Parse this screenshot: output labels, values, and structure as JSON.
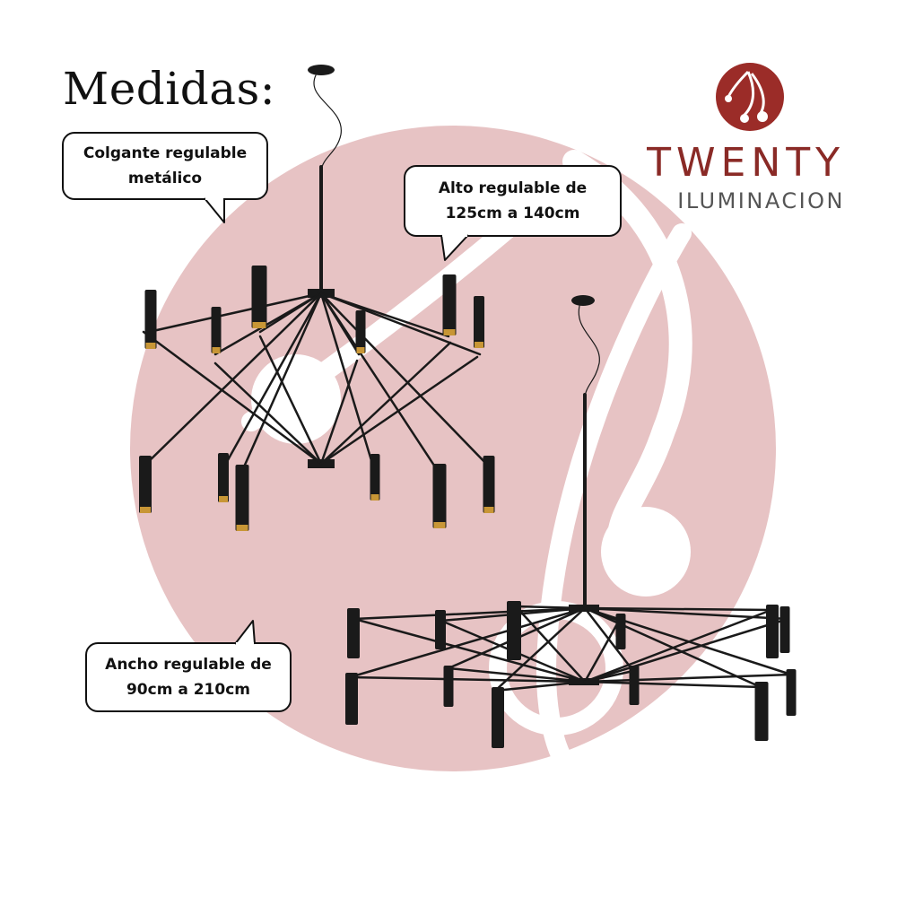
{
  "heading": "Medidas:",
  "callouts": [
    {
      "lines": [
        "Colgante regulable",
        "metálico"
      ]
    },
    {
      "lines": [
        "Alto regulable de",
        "125cm a 140cm"
      ]
    },
    {
      "lines": [
        "Ancho regulable de",
        "90cm a 210cm"
      ]
    }
  ],
  "brand": {
    "name": "TWENTY",
    "subtitle": "ILUMINACION",
    "logo_icon": "cherry-logo-icon"
  },
  "colors": {
    "background_circle": "#e7c3c4",
    "logo_red": "#9b2c28",
    "lamp_black": "#1a1a1a",
    "lamp_brass": "#c89636"
  }
}
